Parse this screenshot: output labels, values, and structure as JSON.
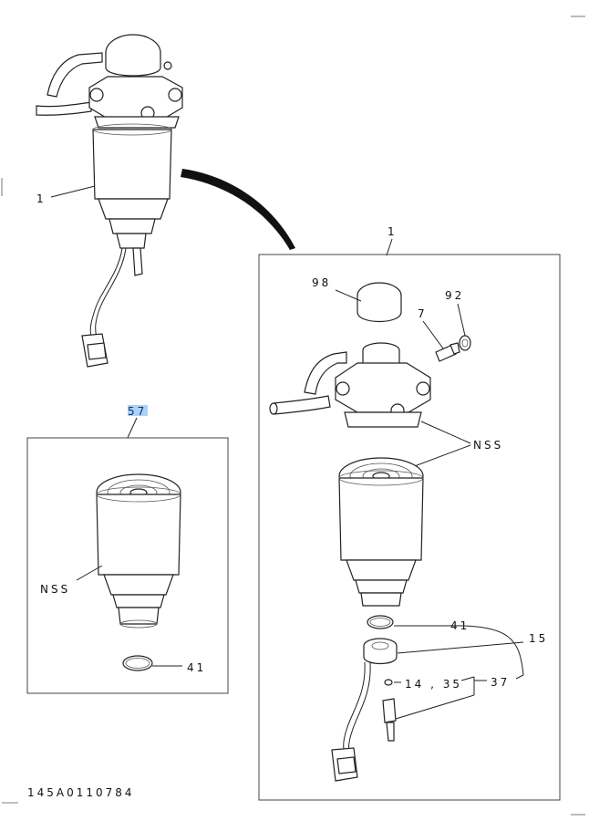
{
  "drawing_number": "145A0110784",
  "highlight_color": "#a9d3f7",
  "callouts": {
    "assembly_top": "1",
    "assembly_box": "1",
    "kit": "57",
    "nss_kit": "NSS",
    "o_ring_kit": "41",
    "cap": "98",
    "plug": "92",
    "fitting": "7",
    "nss_assy": "NSS",
    "o_ring": "41",
    "sensor_ring": "15",
    "sensor_parts": "14 , 35",
    "sensor_group": "37"
  }
}
